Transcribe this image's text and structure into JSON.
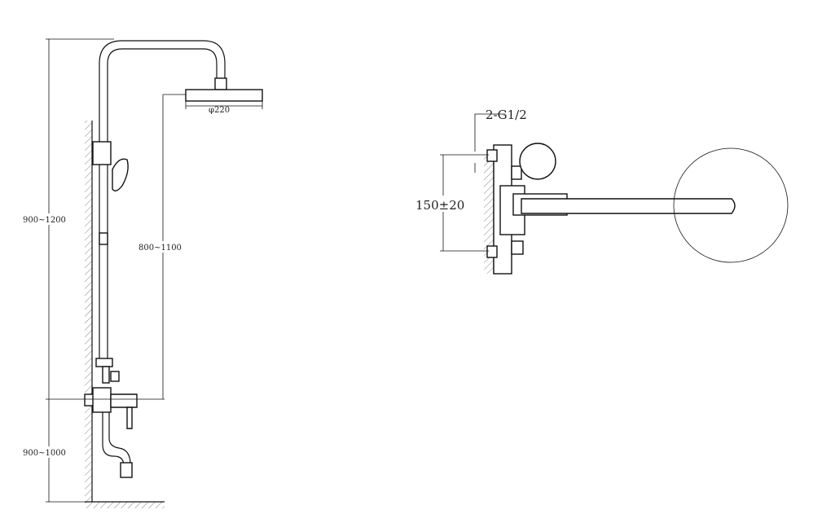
{
  "labels": {
    "total_height": "900~1200",
    "head_height": "800~1100",
    "mixer_height": "900~1000",
    "head_diameter": "φ220",
    "inlet": "2-G1/2",
    "inlet_spacing": "150±20"
  }
}
